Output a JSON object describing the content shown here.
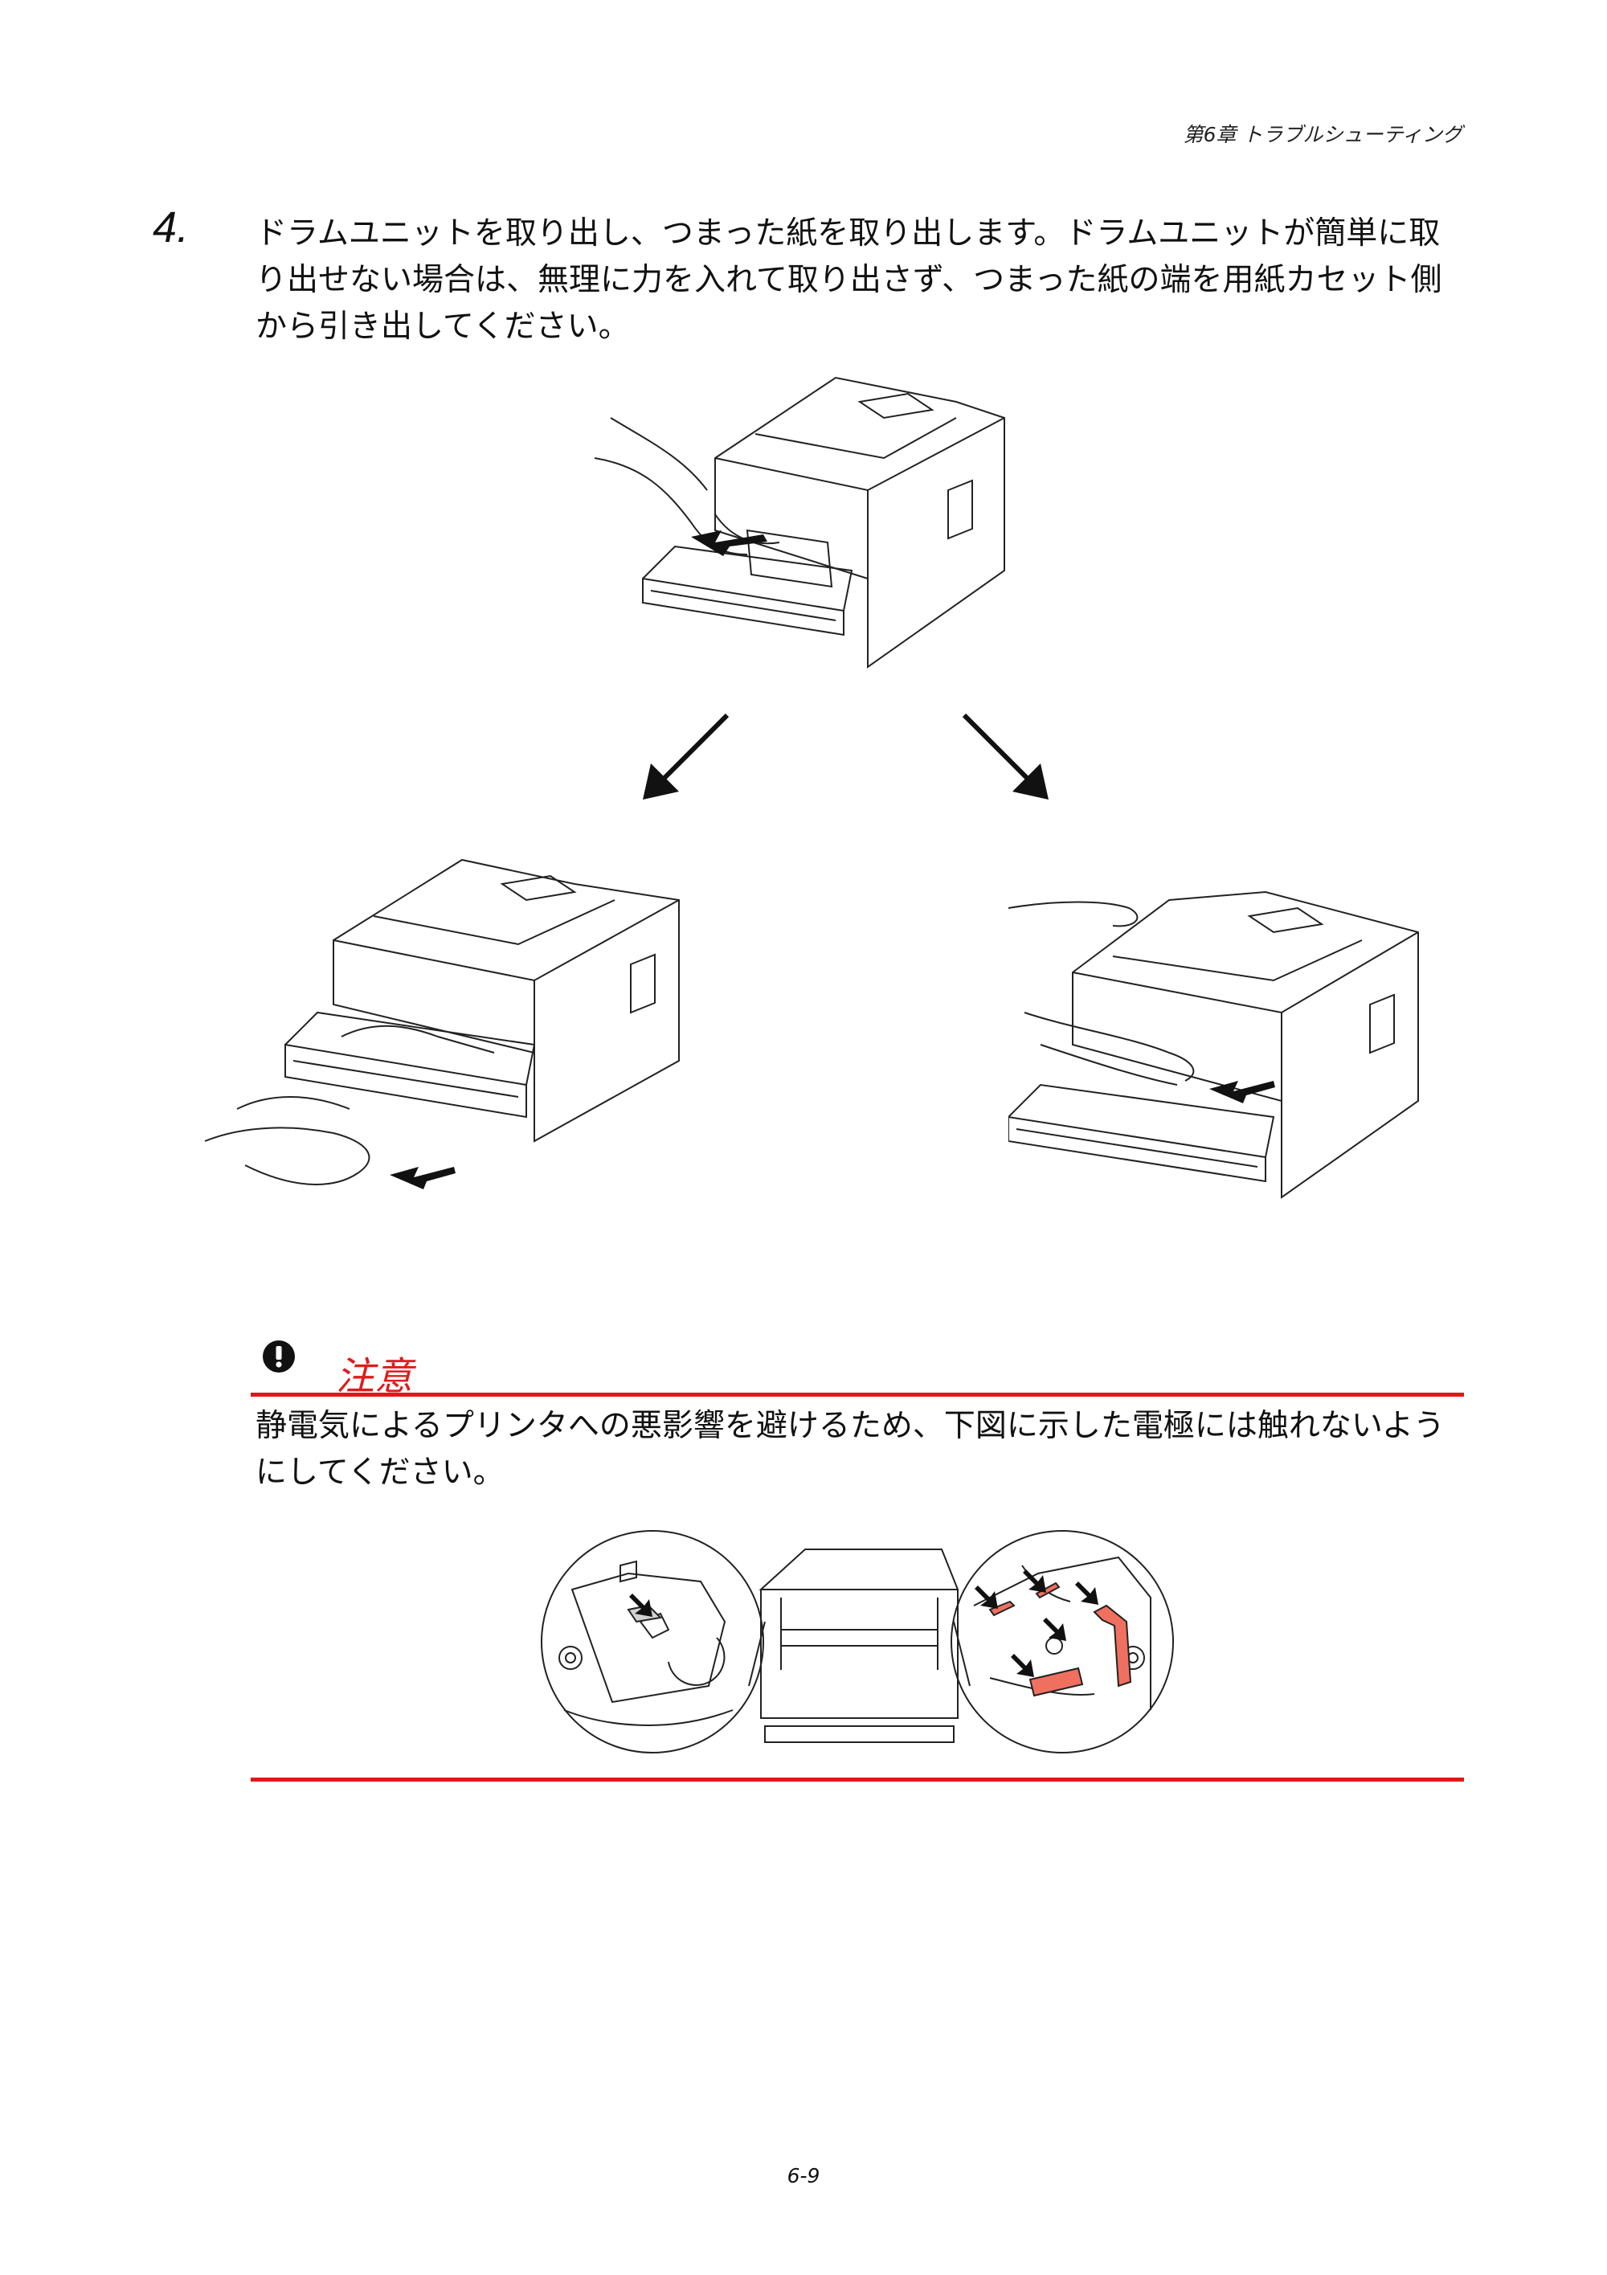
{
  "header": {
    "chapter": "第6章 トラブルシューティング"
  },
  "step": {
    "number": "4.",
    "text": "ドラムユニットを取り出し、つまった紙を取り出します。ドラムユニットが簡単に取り出せない場合は、無理に力を入れて取り出さず、つまった紙の端を用紙カセット側から引き出してください。"
  },
  "caution": {
    "title": "注意",
    "icon": "exclamation-circle-icon",
    "text": "静電気によるプリンタへの悪影響を避けるため、下図に示した電極には触れないようにしてください。"
  },
  "colors": {
    "accent_red": "#e01818"
  },
  "page_number": "6-9"
}
